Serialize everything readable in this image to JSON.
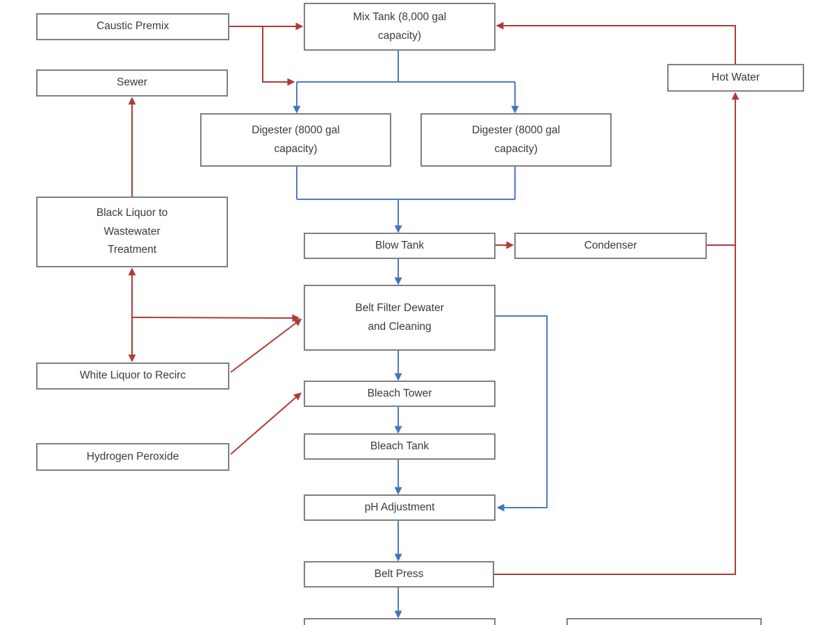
{
  "diagram": {
    "type": "process-flow",
    "colors": {
      "chemical_flow_red": "#b03a36",
      "process_flow_blue": "#4f7ac9",
      "box_border_gray": "#7f7f7f",
      "label_text": "#3a3a3a",
      "background": "#ffffff"
    },
    "nodes": {
      "caustic_premix": {
        "label": "Caustic Premix"
      },
      "mix_tank": {
        "label": "Mix Tank (8,000 gal\ncapacity)"
      },
      "sewer": {
        "label": "Sewer"
      },
      "hot_water": {
        "label": "Hot Water"
      },
      "digester_1": {
        "label": "Digester (8000 gal\ncapacity)"
      },
      "digester_2": {
        "label": "Digester (8000 gal\ncapacity)"
      },
      "black_liquor": {
        "label": "Black Liquor to\nWastewater\nTreatment"
      },
      "blow_tank": {
        "label": "Blow Tank"
      },
      "condenser": {
        "label": "Condenser"
      },
      "belt_filter": {
        "label": "Belt Filter Dewater\nand Cleaning"
      },
      "white_liquor": {
        "label": "White Liquor to Recirc"
      },
      "bleach_tower": {
        "label": "Bleach Tower"
      },
      "hydrogen_peroxide": {
        "label": "Hydrogen Peroxide"
      },
      "bleach_tank": {
        "label": "Bleach Tank"
      },
      "ph_adjustment": {
        "label": "pH Adjustment"
      },
      "belt_press": {
        "label": "Belt Press"
      },
      "outlet_left": {
        "label": ""
      },
      "outlet_right": {
        "label": ""
      }
    },
    "edges": [
      {
        "from": "caustic_premix",
        "to": "mix_tank",
        "color": "red"
      },
      {
        "from": "caustic_premix",
        "to": "digesters_inlet",
        "color": "red"
      },
      {
        "from": "mix_tank",
        "to": "digester_1",
        "color": "blue"
      },
      {
        "from": "mix_tank",
        "to": "digester_2",
        "color": "blue"
      },
      {
        "from": "digester_1",
        "to": "blow_tank",
        "color": "blue"
      },
      {
        "from": "digester_2",
        "to": "blow_tank",
        "color": "blue"
      },
      {
        "from": "blow_tank",
        "to": "condenser",
        "color": "red"
      },
      {
        "from": "condenser",
        "to": "hot_water",
        "color": "red"
      },
      {
        "from": "hot_water",
        "to": "mix_tank",
        "color": "red"
      },
      {
        "from": "blow_tank",
        "to": "belt_filter",
        "color": "blue"
      },
      {
        "from": "belt_filter",
        "to": "bleach_tower",
        "color": "blue"
      },
      {
        "from": "belt_filter",
        "to": "ph_adjustment",
        "color": "blue",
        "note": "bypass"
      },
      {
        "from": "bleach_tower",
        "to": "bleach_tank",
        "color": "blue"
      },
      {
        "from": "bleach_tank",
        "to": "ph_adjustment",
        "color": "blue"
      },
      {
        "from": "ph_adjustment",
        "to": "belt_press",
        "color": "blue"
      },
      {
        "from": "belt_press",
        "to": "outlet_left",
        "color": "blue"
      },
      {
        "from": "belt_press",
        "to": "hot_water",
        "color": "red"
      },
      {
        "from": "black_liquor",
        "to": "sewer",
        "color": "red"
      },
      {
        "from": "black_liquor",
        "to": "white_liquor",
        "color": "red",
        "note": "bidirectional"
      },
      {
        "from": "liquor_line",
        "to": "belt_filter",
        "color": "red"
      },
      {
        "from": "white_liquor",
        "to": "belt_filter",
        "color": "red"
      },
      {
        "from": "hydrogen_peroxide",
        "to": "bleach_tower",
        "color": "red"
      }
    ]
  }
}
